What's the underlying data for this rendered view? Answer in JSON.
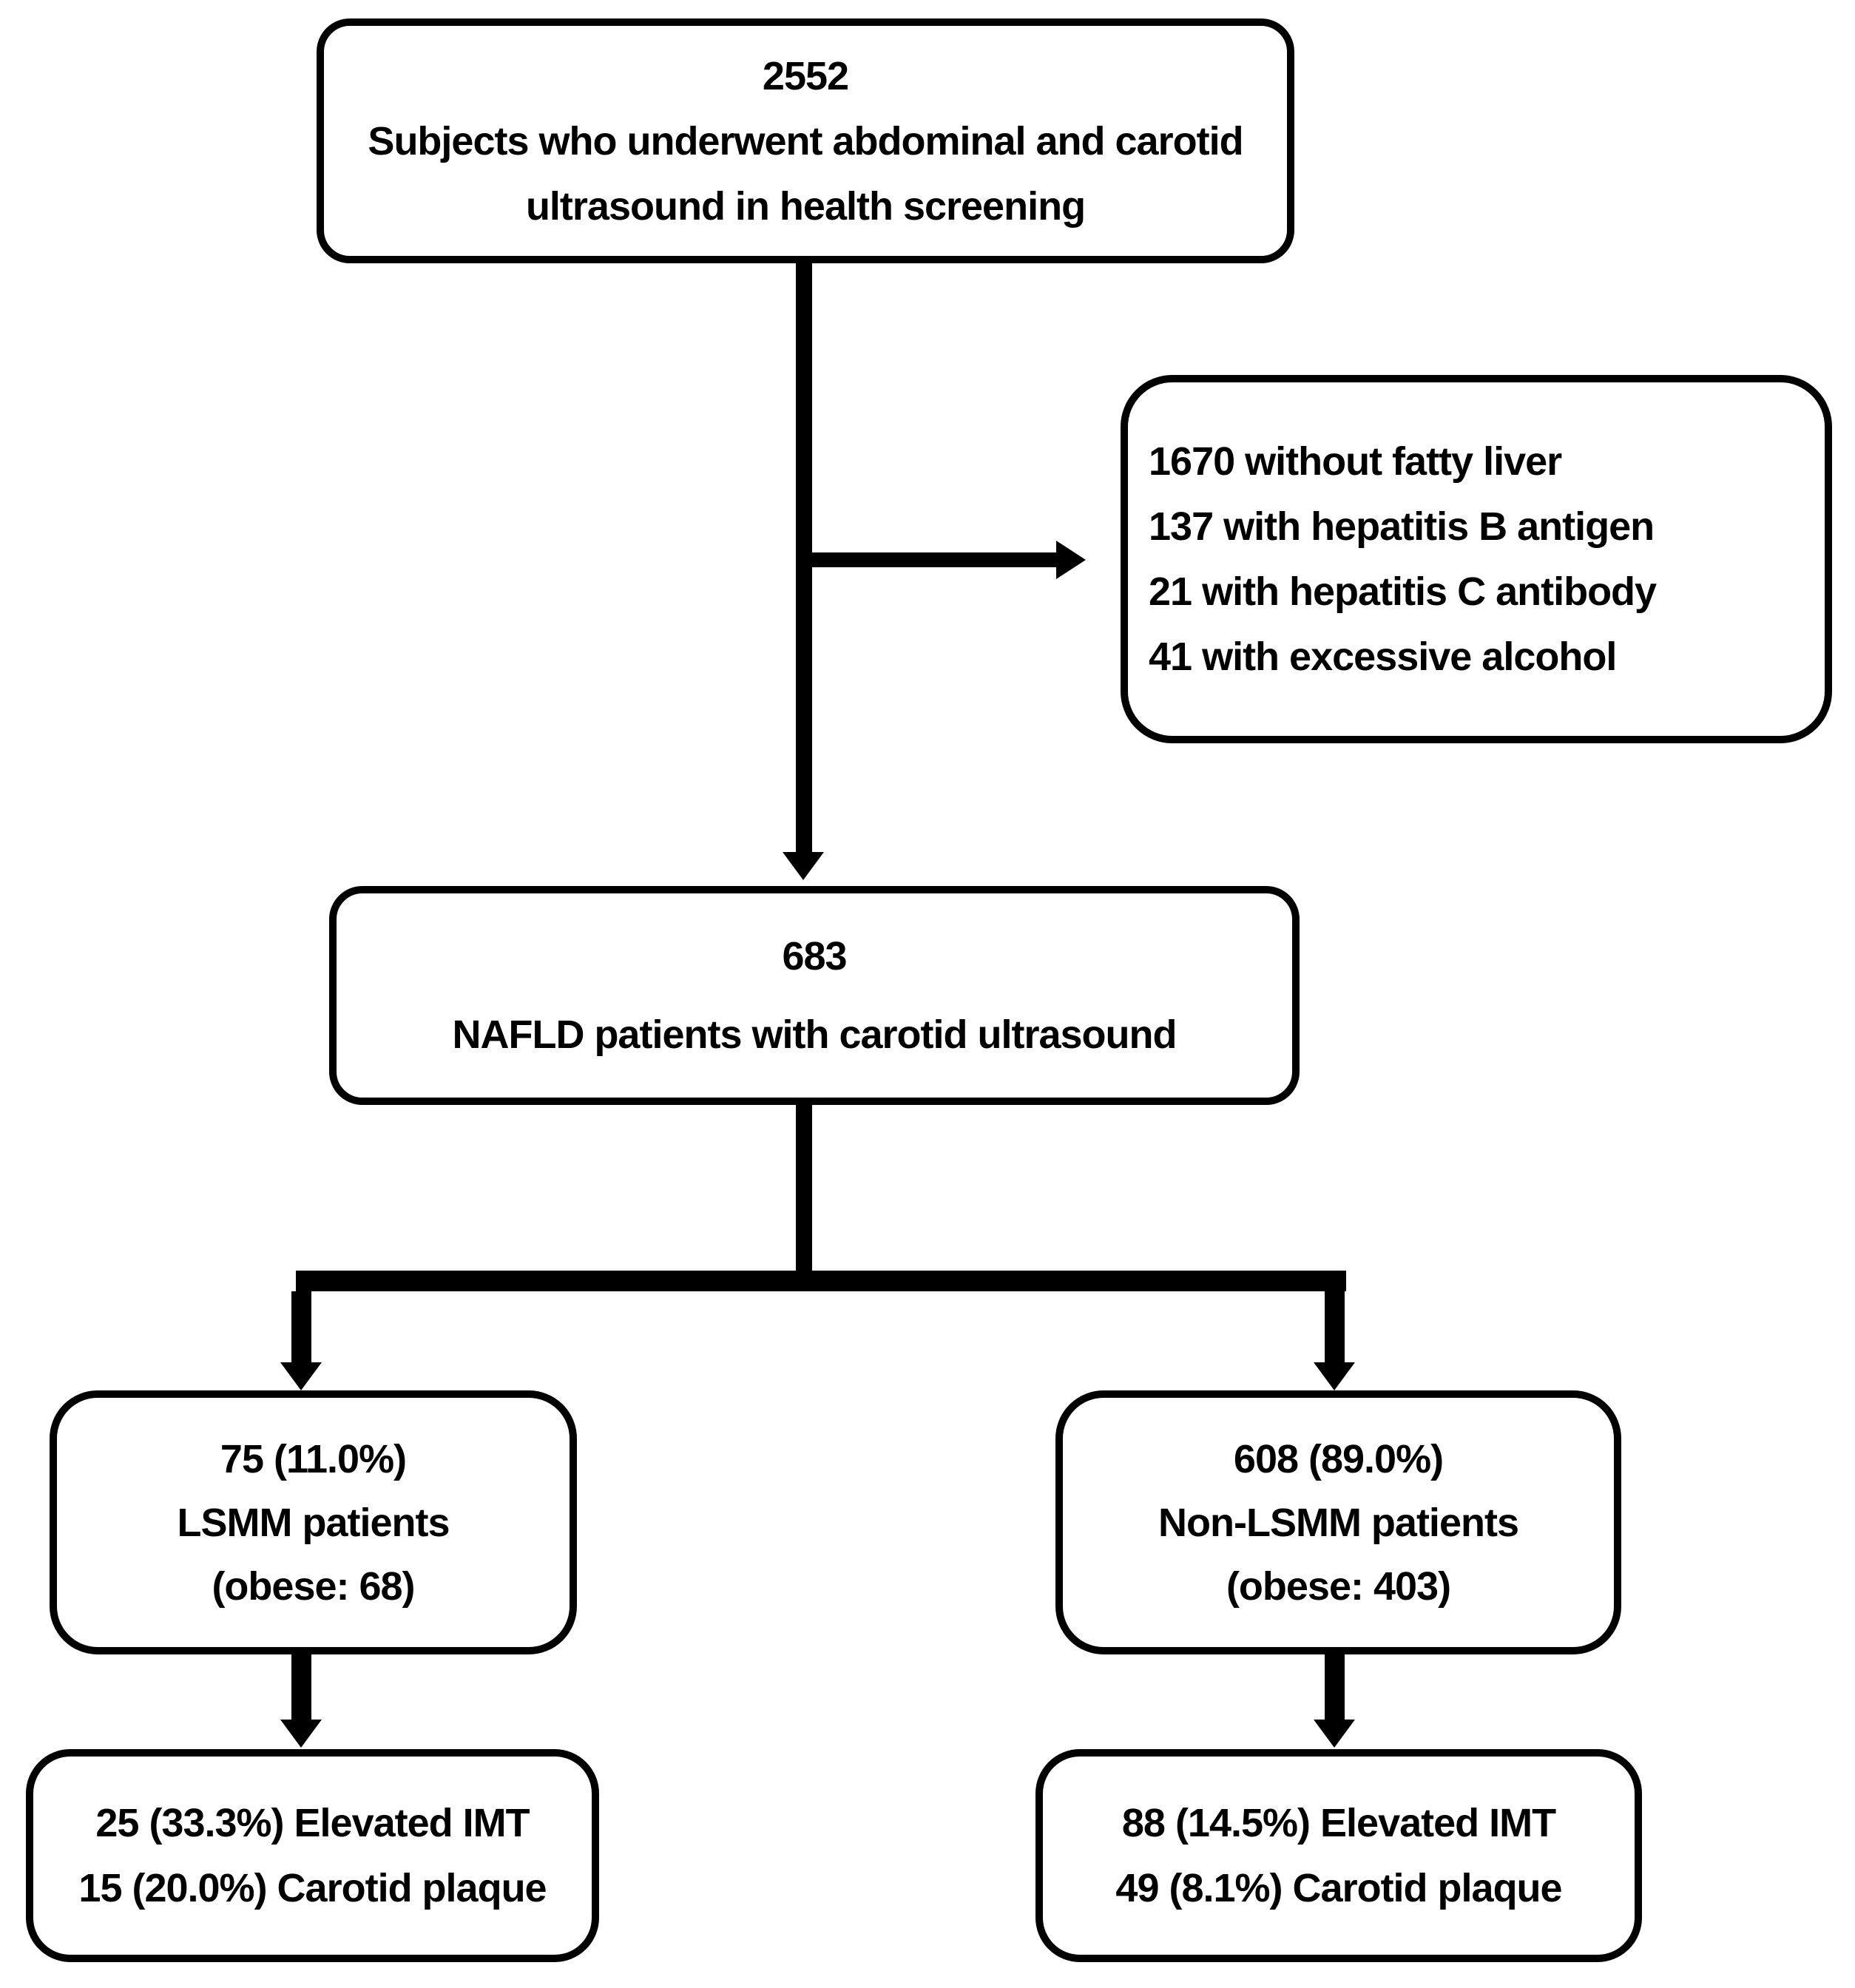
{
  "figure": {
    "colors": {
      "ink": "#000000",
      "paper": "#ffffff"
    },
    "nodes": {
      "screening": {
        "lines": [
          "2552",
          "Subjects who underwent abdominal and carotid",
          "ultrasound in health screening"
        ]
      },
      "exclusions": {
        "lines": [
          "1670 without fatty liver",
          "137 with hepatitis B antigen",
          "21 with hepatitis C antibody",
          "41 with excessive alcohol"
        ]
      },
      "nafld": {
        "lines": [
          "683",
          "NAFLD patients with carotid ultrasound"
        ]
      },
      "lsmm": {
        "lines": [
          "75 (11.0%)",
          "LSMM patients",
          "(obese: 68)"
        ]
      },
      "non_lsmm": {
        "lines": [
          "608 (89.0%)",
          "Non-LSMM patients",
          "(obese: 403)"
        ]
      },
      "lsmm_outcomes": {
        "lines": [
          "25 (33.3%) Elevated IMT",
          "15 (20.0%) Carotid plaque"
        ]
      },
      "non_lsmm_outcomes": {
        "lines": [
          "88 (14.5%) Elevated IMT",
          "49 (8.1%) Carotid plaque"
        ]
      }
    }
  }
}
